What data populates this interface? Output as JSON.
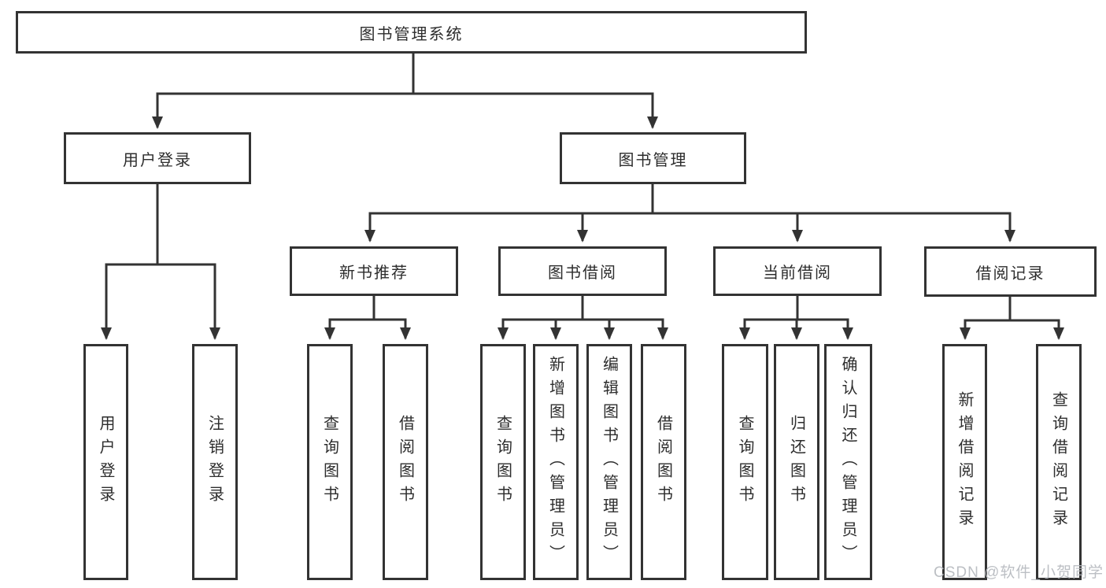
{
  "diagram": {
    "watermark": "CSDN @软件_小贺同学",
    "colors": {
      "line": "#333333",
      "box_border": "#333333",
      "box_background": "#ffffff",
      "text": "#2d2d2d",
      "watermark_text": "#b5b9be"
    },
    "nodes": {
      "root": {
        "label": "图书管理系统"
      },
      "level2": [
        {
          "label": "用户登录"
        },
        {
          "label": "图书管理"
        }
      ],
      "level3": [
        {
          "label": "新书推荐",
          "parent": "图书管理"
        },
        {
          "label": "图书借阅",
          "parent": "图书管理"
        },
        {
          "label": "当前借阅",
          "parent": "图书管理"
        },
        {
          "label": "借阅记录",
          "parent": "图书管理"
        }
      ],
      "leaves": [
        {
          "label": "用户登录",
          "parent": "用户登录"
        },
        {
          "label": "注销登录",
          "parent": "用户登录"
        },
        {
          "label": "查询图书",
          "parent": "新书推荐"
        },
        {
          "label": "借阅图书",
          "parent": "新书推荐"
        },
        {
          "label": "查询图书",
          "parent": "图书借阅"
        },
        {
          "label": "新增图书（管理员）",
          "parent": "图书借阅"
        },
        {
          "label": "编辑图书（管理员）",
          "parent": "图书借阅"
        },
        {
          "label": "借阅图书",
          "parent": "图书借阅"
        },
        {
          "label": "查询图书",
          "parent": "当前借阅"
        },
        {
          "label": "归还图书",
          "parent": "当前借阅"
        },
        {
          "label": "确认归还（管理员）",
          "parent": "当前借阅"
        },
        {
          "label": "新增借阅记录",
          "parent": "借阅记录"
        },
        {
          "label": "查询借阅记录",
          "parent": "借阅记录"
        }
      ]
    }
  }
}
